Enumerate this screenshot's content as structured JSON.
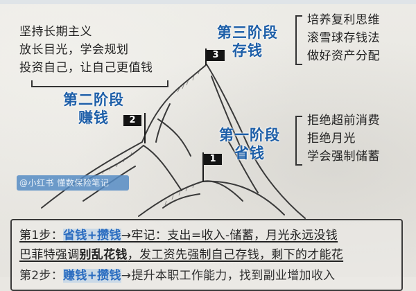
{
  "left_notes": {
    "lines": [
      "坚持长期主义",
      "放长目光，学会规划",
      "投资自己，让自己更值钱"
    ]
  },
  "stages": [
    {
      "number": "3",
      "title": "第三阶段",
      "subtitle": "存钱",
      "notes": [
        "培养复利思维",
        "滚雪球存钱法",
        "做好资产分配"
      ]
    },
    {
      "number": "2",
      "title": "第二阶段",
      "subtitle": "赚钱"
    },
    {
      "number": "1",
      "title": "第一阶段",
      "subtitle": "省钱",
      "notes": [
        "拒绝超前消费",
        "拒绝月光",
        "学会强制储蓄"
      ]
    }
  ],
  "watermark": "@小红书 懂数保险笔记",
  "steps": {
    "line1": {
      "prefix": "第1步：",
      "highlight": "省钱+攒钱",
      "suffix": "→牢记：支出=收入-储蓄，月光永远没钱"
    },
    "line2": {
      "prefix": "巴菲特强调",
      "bold": "别乱花钱",
      "suffix": "，发工资先强制自己存钱，剩下的才能花"
    },
    "line3": {
      "prefix": "第2步：",
      "highlight": "赚钱+攒钱",
      "suffix": "→提升本职工作能力，找到副业增加收入"
    }
  },
  "colors": {
    "accent_blue": "#1e5fa8",
    "background": "#e9e7e2",
    "flag": "#141414"
  }
}
